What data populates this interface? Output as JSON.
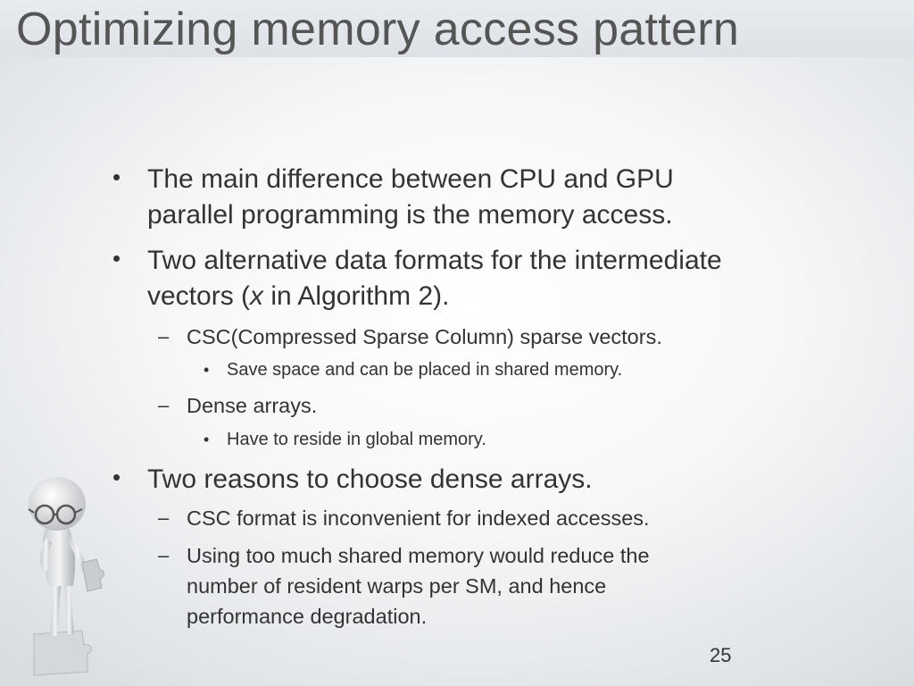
{
  "slide": {
    "title": "Optimizing memory access pattern",
    "page_number": "25",
    "bullets": {
      "b1_line1": "The main difference between CPU and GPU",
      "b1_line2": "parallel programming is the memory access.",
      "b2_line1": "Two alternative data formats for the intermediate",
      "b2_line2_pre": "vectors (",
      "b2_line2_var": "x",
      "b2_line2_post": " in Algorithm 2).",
      "b2_sub1": "CSC(Compressed Sparse Column) sparse vectors.",
      "b2_sub1_detail": "Save space and can be placed in shared memory.",
      "b2_sub2": "Dense arrays.",
      "b2_sub2_detail": "Have to reside in global memory.",
      "b3_line1": "Two reasons to choose dense arrays.",
      "b3_sub1": "CSC format is inconvenient for indexed accesses.",
      "b3_sub2_line1": "Using too much shared memory would reduce the",
      "b3_sub2_line2": "number of resident warps per SM, and hence",
      "b3_sub2_line3": "performance degradation."
    },
    "markers": {
      "level1": "•",
      "level2": "–",
      "level3": "•"
    }
  }
}
